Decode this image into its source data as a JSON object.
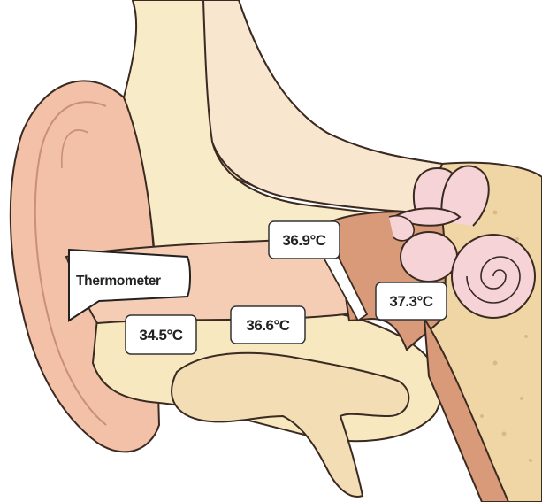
{
  "diagram": {
    "thermometer_label": "Thermometer",
    "temperatures": [
      {
        "id": "outer-canal",
        "value": "34.5°C"
      },
      {
        "id": "mid-canal",
        "value": "36.6°C"
      },
      {
        "id": "eardrum",
        "value": "36.9°C"
      },
      {
        "id": "inner-ear",
        "value": "37.3°C"
      }
    ]
  },
  "colors": {
    "outline": "#3a2a22",
    "outer_ear_skin": "#f2c1a8",
    "canal_skin": "#f4cdb4",
    "cartilage": "#f7e8c6",
    "bone": "#f0dcb0",
    "middle_ear": "#d89a78",
    "cochlea": "#f6d3d6",
    "label_box": "#ffffff"
  }
}
